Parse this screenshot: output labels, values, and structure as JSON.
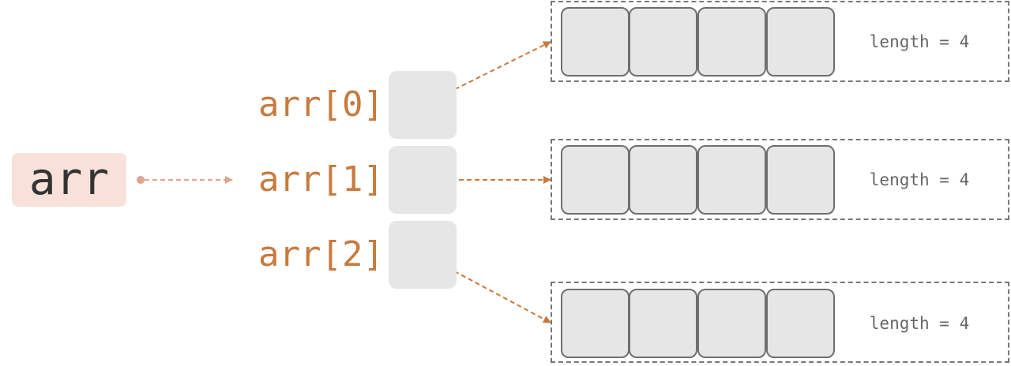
{
  "variable": {
    "name": "arr",
    "box_color": "#f7e1d9",
    "arrow_color": "#e0a58f"
  },
  "rows": [
    {
      "label": "arr[0]",
      "cells": [
        "",
        "",
        "",
        ""
      ],
      "length_text": "length = 4"
    },
    {
      "label": "arr[1]",
      "cells": [
        "",
        "",
        "",
        ""
      ],
      "length_text": "length = 4"
    },
    {
      "label": "arr[2]",
      "cells": [
        "",
        "",
        "",
        ""
      ],
      "length_text": "length = 4"
    }
  ],
  "colors": {
    "accent": "#c87a3e",
    "cell_fill": "#e6e6e6",
    "cell_border": "#6f6f6f",
    "frame_border": "#777777"
  }
}
